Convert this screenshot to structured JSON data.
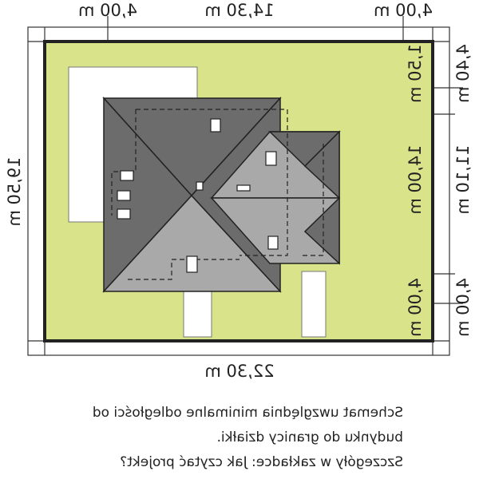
{
  "colors": {
    "plot_fill": "#d9e48a",
    "plot_border": "#222222",
    "roof_dark": "#6c6c6c",
    "roof_light": "#a9a9a9",
    "annex": "#ffffff",
    "outline": "#222222"
  },
  "dimensions": {
    "top_left": "4,00 m",
    "top_middle": "14,30 m",
    "top_right": "4,00 m",
    "bottom": "22,30 m",
    "left": "19,50 m",
    "right_inner_top": "1,50 m",
    "right_inner_middle": "14,00 m",
    "right_inner_bottom": "4,00 m",
    "right_outer_top": "4,40 m",
    "right_outer_middle": "11,10 m",
    "right_outer_bottom": "4,00 m"
  },
  "caption": {
    "line1": "Schemat uwzględnia minimalne odległości od",
    "line2": "budynku do granicy działki.",
    "line3": "Szczegóły w zakładce: Jak czytać projekt?"
  }
}
